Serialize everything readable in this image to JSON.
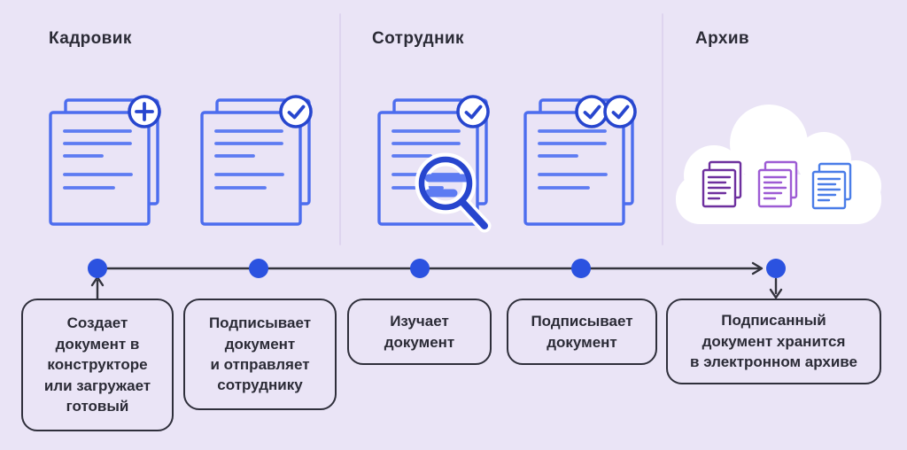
{
  "sections": [
    {
      "label": "Кадровик"
    },
    {
      "label": "Сотрудник"
    },
    {
      "label": "Архив"
    }
  ],
  "steps": [
    {
      "label": "Создает\nдокумент в\nконструкторе\nили загружает\nготовый"
    },
    {
      "label": "Подписывает\nдокумент\nи отправляет\nсотруднику"
    },
    {
      "label": "Изучает\nдокумент"
    },
    {
      "label": "Подписывает\nдокумент"
    },
    {
      "label": "Подписанный\nдокумент хранится\nв электронном архиве"
    }
  ],
  "icons": [
    {
      "name": "document-add-icon",
      "badge": "plus"
    },
    {
      "name": "document-signed-icon",
      "badge": "check"
    },
    {
      "name": "document-review-icon",
      "badge": "check",
      "overlay": "magnifier"
    },
    {
      "name": "document-double-signed-icon",
      "badge": "check check"
    },
    {
      "name": "cloud-archive-icon",
      "contents": "purple-doc violet-doc blue-doc"
    }
  ],
  "colors": {
    "background": "#EAE4F6",
    "doc_outline": "#4C6DEE",
    "doc_line": "#5D7BF2",
    "badge_blue": "#2746CE",
    "dot_blue": "#2B52E0",
    "timeline": "#33333D",
    "box_border": "#2F2F3B",
    "text_dark": "#2B2B36",
    "cloud_white": "#FFFFFF",
    "archive_doc_purple": "#6D2F9E",
    "archive_doc_violet": "#9D5BD4",
    "archive_doc_blue": "#4A7DE8"
  }
}
